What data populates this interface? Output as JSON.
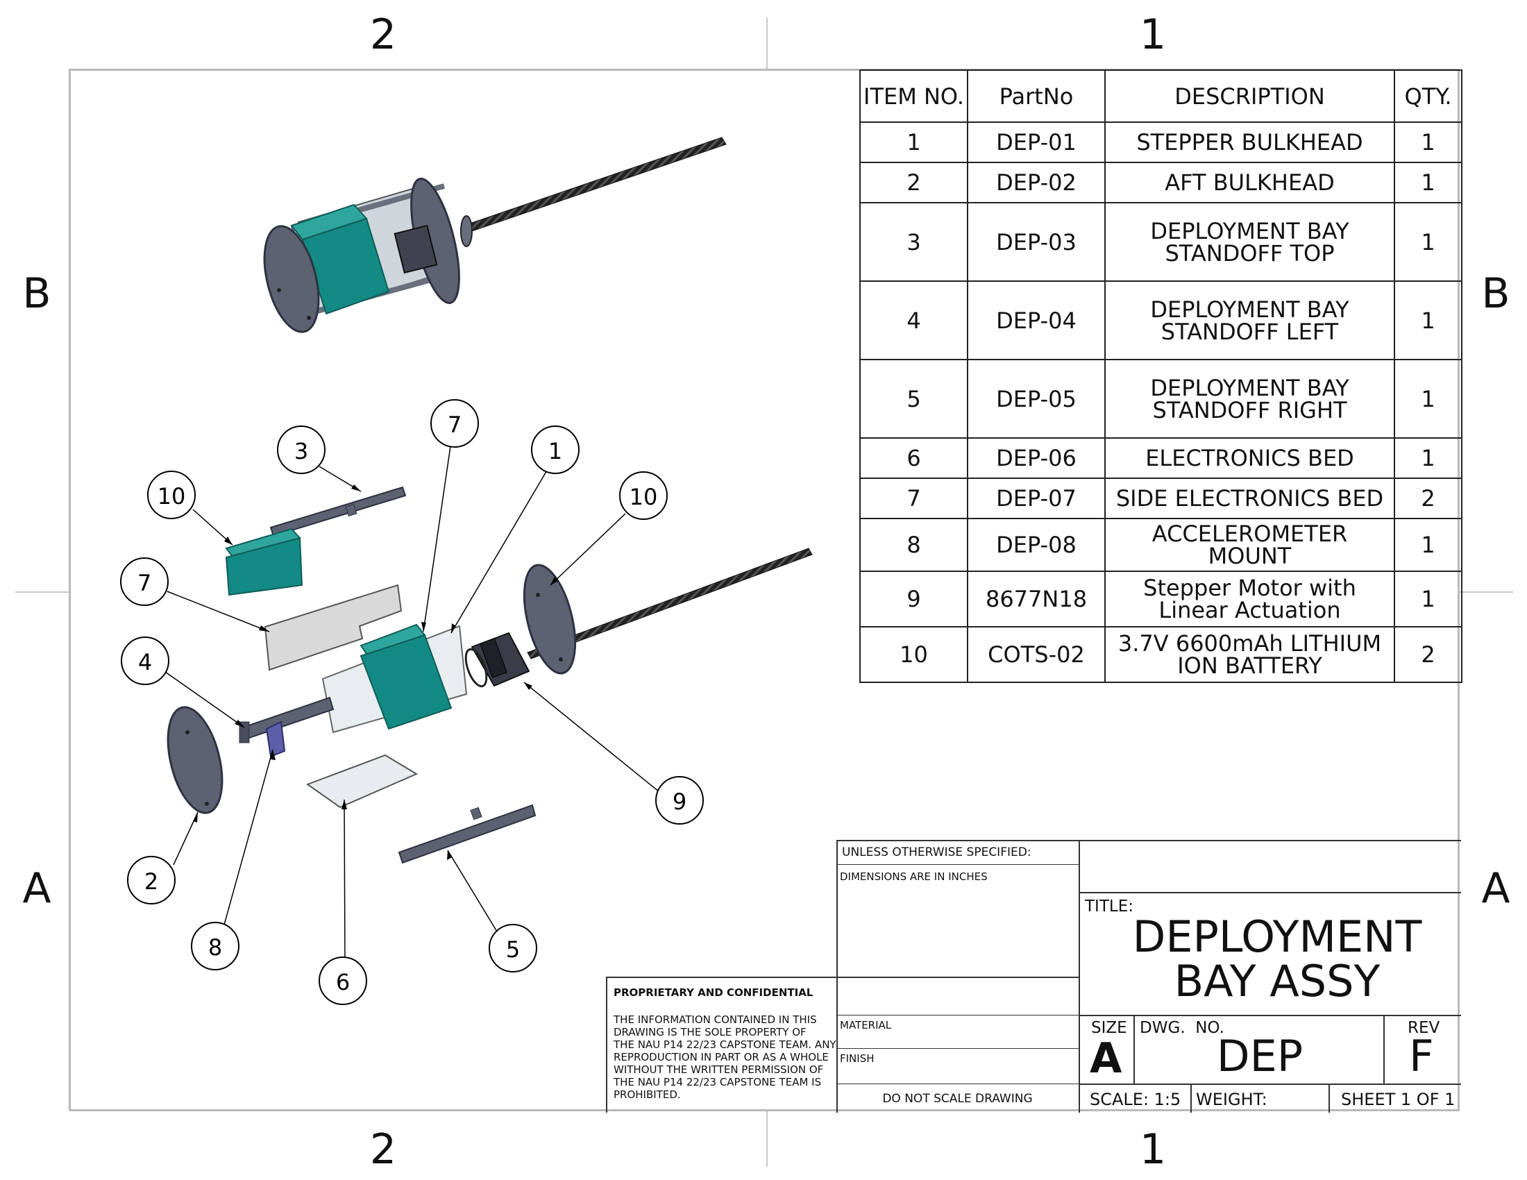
{
  "zones": {
    "top": [
      "2",
      "1"
    ],
    "bottom": [
      "2",
      "1"
    ],
    "left": [
      "B",
      "A"
    ],
    "right": [
      "B",
      "A"
    ]
  },
  "bom": {
    "headers": [
      "ITEM NO.",
      "PartNo",
      "DESCRIPTION",
      "QTY."
    ],
    "rows": [
      {
        "item": "1",
        "part": "DEP-01",
        "desc": [
          "STEPPER BULKHEAD"
        ],
        "qty": "1"
      },
      {
        "item": "2",
        "part": "DEP-02",
        "desc": [
          "AFT BULKHEAD"
        ],
        "qty": "1"
      },
      {
        "item": "3",
        "part": "DEP-03",
        "desc": [
          "DEPLOYMENT BAY",
          "STANDOFF TOP"
        ],
        "qty": "1"
      },
      {
        "item": "4",
        "part": "DEP-04",
        "desc": [
          "DEPLOYMENT BAY",
          "STANDOFF LEFT"
        ],
        "qty": "1"
      },
      {
        "item": "5",
        "part": "DEP-05",
        "desc": [
          "DEPLOYMENT BAY",
          "STANDOFF RIGHT"
        ],
        "qty": "1"
      },
      {
        "item": "6",
        "part": "DEP-06",
        "desc": [
          "ELECTRONICS BED"
        ],
        "qty": "1"
      },
      {
        "item": "7",
        "part": "DEP-07",
        "desc": [
          "SIDE ELECTRONICS BED"
        ],
        "qty": "2"
      },
      {
        "item": "8",
        "part": "DEP-08",
        "desc": [
          "ACCELEROMETER",
          "MOUNT"
        ],
        "qty": "1"
      },
      {
        "item": "9",
        "part": "8677N18",
        "desc": [
          "Stepper Motor with",
          "Linear Actuation"
        ],
        "qty": "1"
      },
      {
        "item": "10",
        "part": "COTS-02",
        "desc": [
          "3.7V 6600mAh LITHIUM",
          "ION BATTERY"
        ],
        "qty": "2"
      }
    ]
  },
  "balloons": [
    "3",
    "10",
    "7",
    "1",
    "10",
    "7",
    "4",
    "2",
    "8",
    "6",
    "5",
    "9"
  ],
  "title_block": {
    "unless_specified": "UNLESS OTHERWISE SPECIFIED:",
    "dimensions": "DIMENSIONS ARE IN INCHES",
    "proprietary_heading": "PROPRIETARY AND CONFIDENTIAL",
    "proprietary_text": [
      "THE INFORMATION CONTAINED IN THIS",
      "DRAWING IS THE SOLE PROPERTY OF",
      "THE NAU P14 22/23 CAPSTONE TEAM.  ANY",
      "REPRODUCTION IN PART OR AS A WHOLE",
      "WITHOUT THE WRITTEN PERMISSION OF",
      "THE NAU P14 22/23 CAPSTONE TEAM IS",
      "PROHIBITED."
    ],
    "material_label": "MATERIAL",
    "finish_label": "FINISH",
    "do_not_scale": "DO NOT SCALE DRAWING",
    "title_label": "TITLE:",
    "title_lines": [
      "DEPLOYMENT",
      "BAY ASSY"
    ],
    "size_label": "SIZE",
    "size_value": "A",
    "dwg_no_label": "DWG.  NO.",
    "dwg_no_value": "DEP",
    "rev_label": "REV",
    "rev_value": "F",
    "scale": "SCALE: 1:5",
    "weight": "WEIGHT:",
    "sheet": "SHEET 1 OF 1"
  },
  "colors": {
    "teal": "#138a83",
    "slate": "#5d6272",
    "border": "#b9b9b9"
  }
}
